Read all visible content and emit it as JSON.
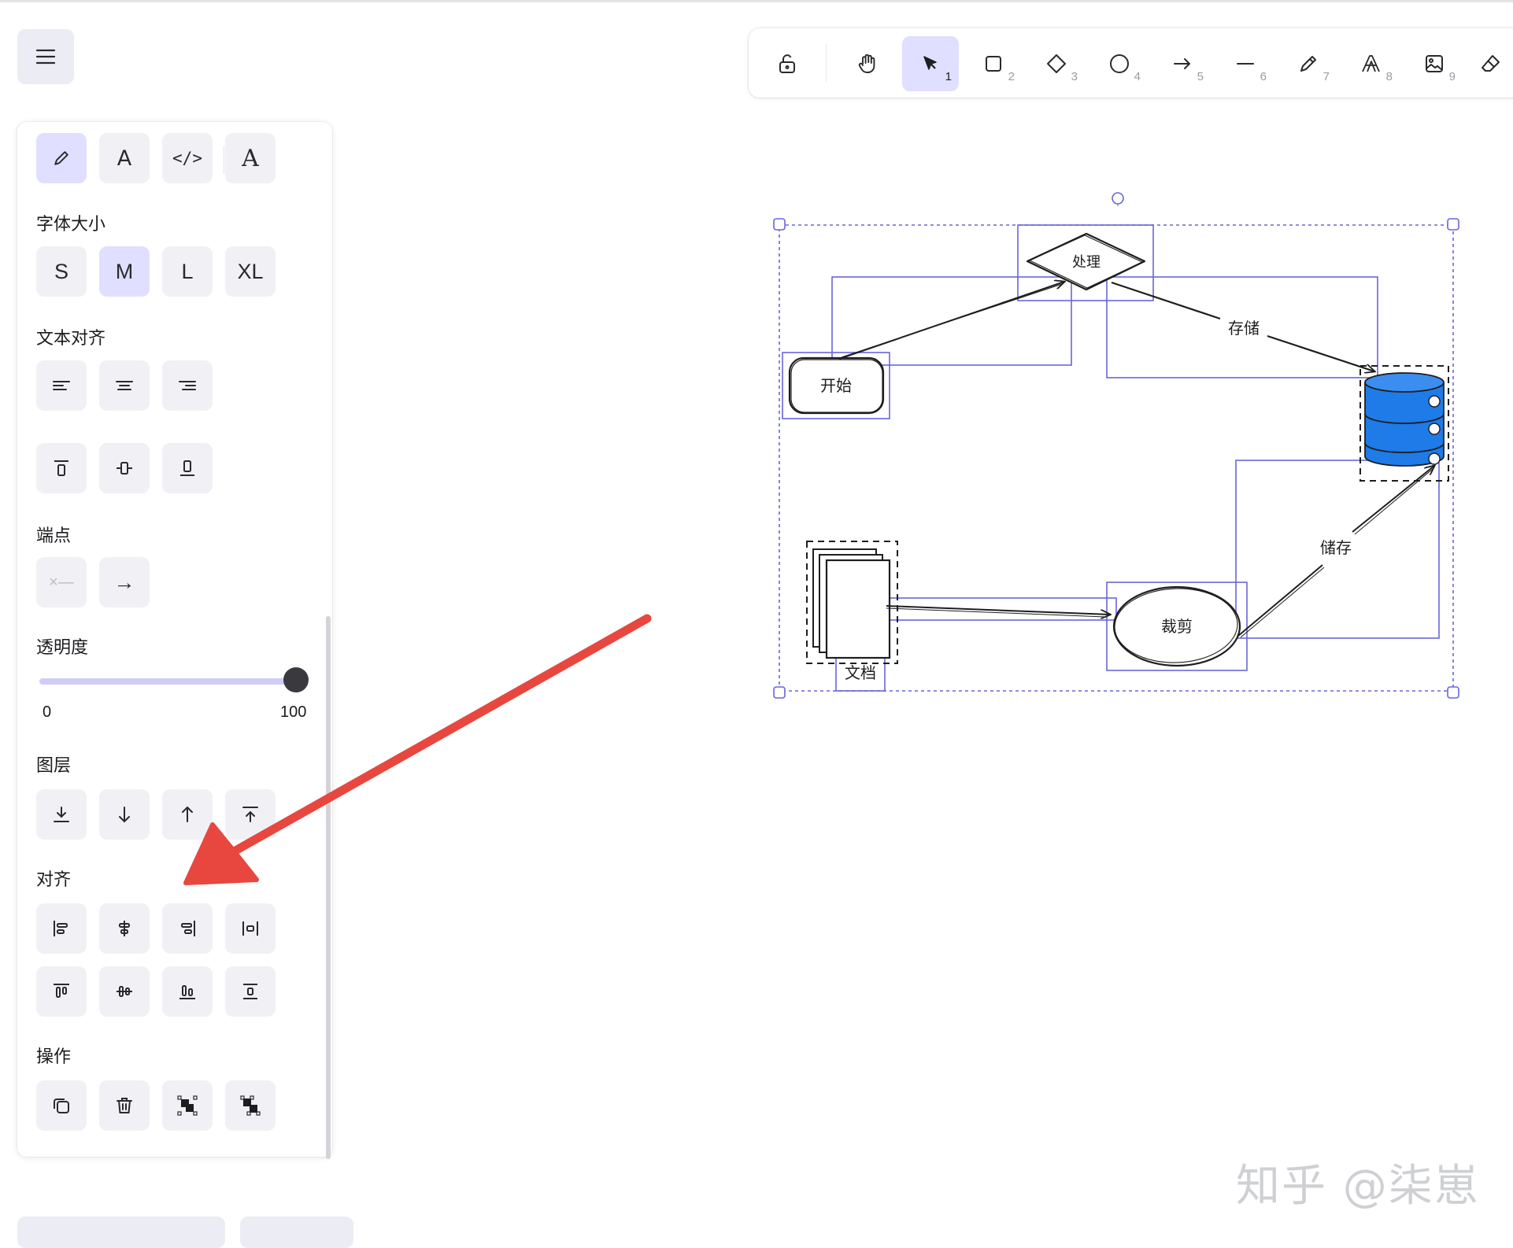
{
  "app_menu": {
    "icon": "hamburger-icon"
  },
  "toolbar": {
    "tools": [
      {
        "name": "lock",
        "icon": "unlock-icon",
        "key": ""
      },
      {
        "name": "hand",
        "icon": "hand-icon",
        "key": ""
      },
      {
        "name": "selection",
        "icon": "cursor-icon",
        "key": "1"
      },
      {
        "name": "rectangle",
        "icon": "square-icon",
        "key": "2"
      },
      {
        "name": "diamond",
        "icon": "diamond-icon",
        "key": "3"
      },
      {
        "name": "ellipse",
        "icon": "circle-icon",
        "key": "4"
      },
      {
        "name": "arrow",
        "icon": "arrow-icon",
        "key": "5"
      },
      {
        "name": "line",
        "icon": "line-icon",
        "key": "6"
      },
      {
        "name": "draw",
        "icon": "pencil-icon",
        "key": "7"
      },
      {
        "name": "text",
        "icon": "text-icon",
        "key": "8"
      },
      {
        "name": "image",
        "icon": "image-icon",
        "key": "9"
      },
      {
        "name": "eraser",
        "icon": "eraser-icon",
        "key": ""
      }
    ],
    "active": "selection",
    "accent": "#e0dfff"
  },
  "panel": {
    "font_family": {
      "options": [
        "pencil-icon",
        "A",
        "</>",
        "A"
      ]
    },
    "font_size": {
      "title": "字体大小",
      "options": [
        "S",
        "M",
        "L",
        "XL"
      ],
      "selected": "M"
    },
    "text_align": {
      "title": "文本对齐"
    },
    "endpoints": {
      "title": "端点",
      "options": [
        "×—",
        "→"
      ]
    },
    "opacity": {
      "title": "透明度",
      "min": "0",
      "max": "100",
      "value": 100
    },
    "layers": {
      "title": "图层"
    },
    "align": {
      "title": "对齐"
    },
    "actions": {
      "title": "操作"
    }
  },
  "diagram": {
    "nodes": {
      "start": "开始",
      "process": "处理",
      "store_label": "存储",
      "save_label": "储存",
      "crop": "裁剪",
      "doc": "文档"
    },
    "colors": {
      "selection": "#6965db",
      "database": "#1e7be8",
      "stroke": "#1e1e1e"
    }
  },
  "watermark": "知乎 @柒崽",
  "annotation": {
    "color": "#e8473f"
  }
}
